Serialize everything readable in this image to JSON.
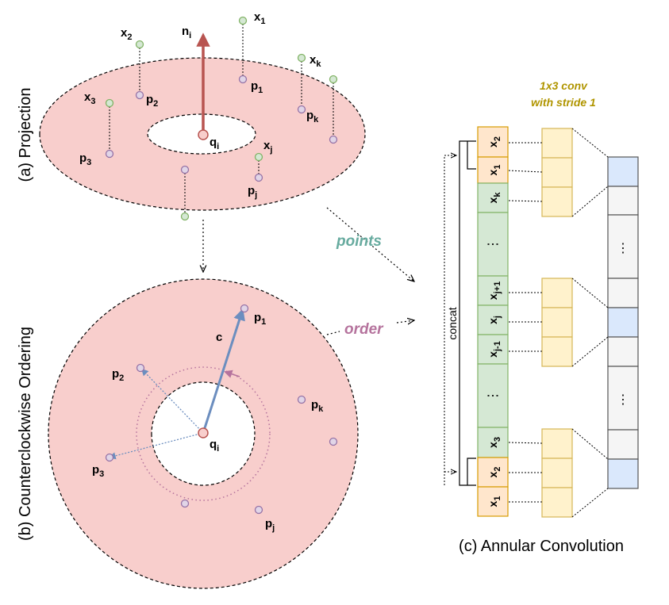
{
  "captions": {
    "projection": "(a) Projection",
    "ordering": "(b) Counterclockwise Ordering",
    "convolution": "(c) Annular Convolution"
  },
  "flow_labels": {
    "points": "points",
    "order": "order",
    "concat": "concat",
    "conv": [
      "1x3 conv",
      "with stride 1"
    ]
  },
  "projection_labels": {
    "normal": {
      "base": "n",
      "sub": "i"
    },
    "center": {
      "base": "q",
      "sub": "i"
    },
    "x1": {
      "base": "x",
      "sub": "1"
    },
    "x2": {
      "base": "x",
      "sub": "2"
    },
    "x3": {
      "base": "x",
      "sub": "3"
    },
    "xk": {
      "base": "x",
      "sub": "k"
    },
    "xj": {
      "base": "x",
      "sub": "j"
    },
    "p1": {
      "base": "p",
      "sub": "1"
    },
    "p2": {
      "base": "p",
      "sub": "2"
    },
    "p3": {
      "base": "p",
      "sub": "3"
    },
    "pk": {
      "base": "p",
      "sub": "k"
    },
    "pj": {
      "base": "p",
      "sub": "j"
    }
  },
  "ordering_labels": {
    "center": {
      "base": "q",
      "sub": "i"
    },
    "c": "c",
    "p1": {
      "base": "p",
      "sub": "1"
    },
    "p2": {
      "base": "p",
      "sub": "2"
    },
    "p3": {
      "base": "p",
      "sub": "3"
    },
    "pk": {
      "base": "p",
      "sub": "k"
    },
    "pj": {
      "base": "p",
      "sub": "j"
    }
  },
  "feature_column": [
    {
      "base": "x",
      "sub": "2",
      "kind": "padding"
    },
    {
      "base": "x",
      "sub": "1",
      "kind": "padding"
    },
    {
      "base": "x",
      "sub": "k",
      "kind": "feature"
    },
    {
      "base": "⋮",
      "sub": "",
      "kind": "feature"
    },
    {
      "base": "x",
      "sub": "j+1",
      "kind": "feature"
    },
    {
      "base": "x",
      "sub": "j",
      "kind": "feature"
    },
    {
      "base": "x",
      "sub": "j-1",
      "kind": "feature"
    },
    {
      "base": "⋮",
      "sub": "",
      "kind": "feature"
    },
    {
      "base": "x",
      "sub": "3",
      "kind": "feature"
    },
    {
      "base": "x",
      "sub": "2",
      "kind": "padding"
    },
    {
      "base": "x",
      "sub": "1",
      "kind": "padding"
    }
  ],
  "output_column_ellipsis": "⋮",
  "colors": {
    "annulus_fill": "#F8CECC",
    "green_point_fill": "#D5E8D4",
    "green_point_stroke": "#82B366",
    "purple_point_fill": "#E1D5E7",
    "purple_point_stroke": "#9673A6",
    "normal_arrow": "#B85450",
    "vector_arrow": "#6C8EBF",
    "padding_cell": "#FFE6CC",
    "padding_border": "#D79B00",
    "feature_cell": "#D5E8D4",
    "kernel_cell": "#FFF2CC",
    "kernel_border": "#D6B656",
    "output_cell": "#F5F5F5",
    "output_highlight": "#DAE8FC"
  }
}
